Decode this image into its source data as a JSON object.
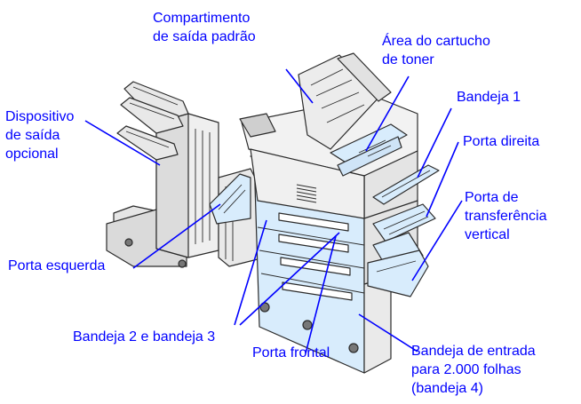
{
  "colors": {
    "label": "#0000ff",
    "highlight": "#d8ecfc",
    "outline": "#2b2b2b",
    "body": "#f2f2f2",
    "shade": "#c8c8c8"
  },
  "labels": {
    "standard_output_bin": "Compartimento\nde saída padrão",
    "toner_cartridge_area": "Área do cartucho\nde toner",
    "optional_output_device": "Dispositivo\nde saída\nopcional",
    "tray_1": "Bandeja 1",
    "right_door": "Porta direita",
    "vertical_transfer_door": "Porta de\ntransferência\nvertical",
    "left_door": "Porta esquerda",
    "tray_2_and_3": "Bandeja 2 e bandeja 3",
    "front_door": "Porta frontal",
    "input_tray_2000": "Bandeja de entrada\npara 2.000 folhas\n(bandeja 4)"
  }
}
